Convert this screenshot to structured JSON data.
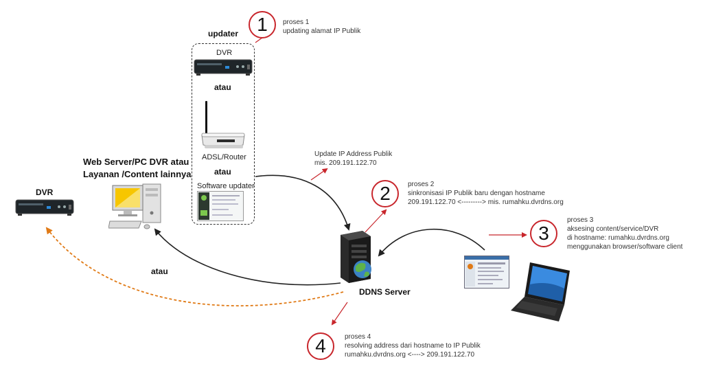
{
  "updater": {
    "title": "updater",
    "dvr_label": "DVR",
    "or1": "atau",
    "router_label": "ADSL/Router",
    "or2": "atau",
    "software_label": "Software updater"
  },
  "steps": [
    {
      "number": "1",
      "lines": [
        "proses 1",
        "updating alamat IP Publik"
      ]
    },
    {
      "number": "2",
      "lines": [
        "proses 2",
        "sinkronisasi IP Publik baru dengan hostname",
        "209.191.122.70 <---------> mis. rumahku.dvrdns.org"
      ]
    },
    {
      "number": "3",
      "lines": [
        "proses 3",
        "aksesing content/service/DVR",
        "di hostname: rumahku.dvrdns.org",
        "menggunakan browser/software client"
      ]
    },
    {
      "number": "4",
      "lines": [
        "proses 4",
        "resolving address dari hostname to IP Publik",
        "rumahku.dvrdns.org <----> 209.191.122.70"
      ]
    }
  ],
  "update_note": [
    "Update IP Address Publik",
    "mis. 209.191.122.70"
  ],
  "webserver_label": [
    "Web Server/PC DVR atau",
    "Layanan /Content lainnya"
  ],
  "dvr_left_label": "DVR",
  "atau_label": "atau",
  "ddns_label": "DDNS Server",
  "colors": {
    "accent_red": "#c8262c",
    "dashed_orange": "#e07a16",
    "arrow_dark": "#222222"
  }
}
